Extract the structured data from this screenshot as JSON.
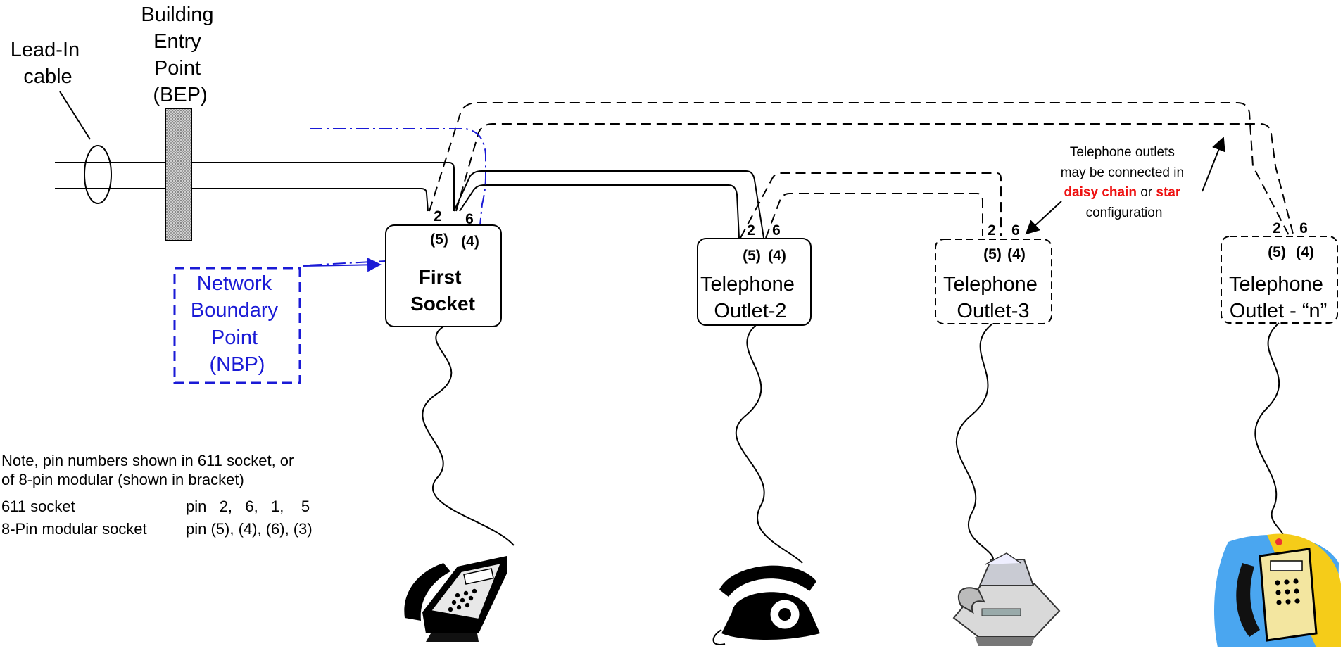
{
  "lead_in": [
    "Lead-In",
    "cable"
  ],
  "bep": [
    "Building",
    "Entry",
    "Point",
    "(BEP)"
  ],
  "nbp": [
    "Network",
    "Boundary",
    "Point",
    "(NBP)"
  ],
  "first_socket": {
    "pin_a": "2",
    "pin_b": "6",
    "pin_a8": "(5)",
    "pin_b8": "(4)",
    "line1": "First",
    "line2": "Socket"
  },
  "outlet2": {
    "pin_a": "2",
    "pin_b": "6",
    "pin_a8": "(5)",
    "pin_b8": "(4)",
    "line1": "Telephone",
    "line2": "Outlet-2"
  },
  "outlet3": {
    "pin_a": "2",
    "pin_b": "6",
    "pin_a8": "(5)",
    "pin_b8": "(4)",
    "line1": "Telephone",
    "line2": "Outlet-3"
  },
  "outletn": {
    "pin_a": "2",
    "pin_b": "6",
    "pin_a8": "(5)",
    "pin_b8": "(4)",
    "line1": "Telephone",
    "line2": "Outlet - “n”"
  },
  "annotation": {
    "line1": "Telephone outlets",
    "line2": "may be connected in",
    "daisy": "daisy chain",
    "or": " or ",
    "star": "star",
    "line4": "configuration"
  },
  "note": {
    "line1": "Note, pin numbers shown in 611 socket, or",
    "line2": "of 8-pin modular (shown in bracket)",
    "row611_label": "611 socket",
    "row611_pins": "pin   2,   6,   1,    5",
    "row8_label": "8-Pin modular socket",
    "row8_pins": "pin (5), (4), (6), (3)"
  },
  "colors": {
    "nbp": "#1a1ad6",
    "highlight": "#ee1111",
    "line": "#000000"
  },
  "icons": [
    "desk-phone-icon",
    "rotary-phone-icon",
    "fax-machine-icon",
    "payphone-icon"
  ]
}
